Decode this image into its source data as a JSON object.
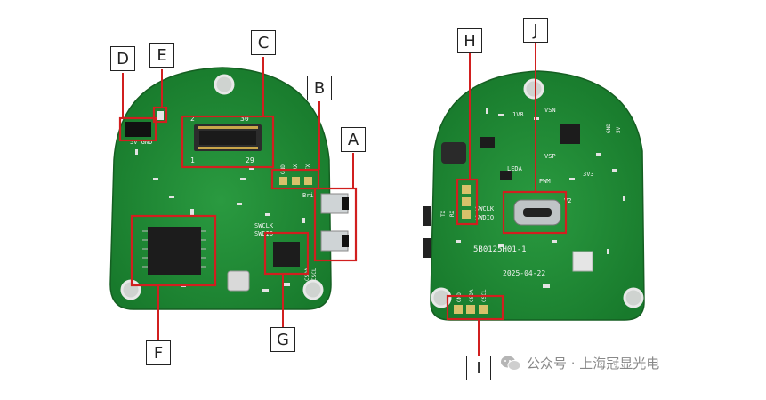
{
  "callouts": {
    "A": "A",
    "B": "B",
    "C": "C",
    "D": "D",
    "E": "E",
    "F": "F",
    "G": "G",
    "H": "H",
    "I": "I",
    "J": "J"
  },
  "front_silk": {
    "pin2": "2",
    "pin30": "30",
    "pin1": "1",
    "pin29": "29",
    "gnd": "GND",
    "rx": "RX",
    "tx": "TX",
    "swclk": "SWCLK",
    "swdio": "SWDIO",
    "btn_label": "Bri",
    "fpc_label": "5V GND",
    "csda": "CSDA",
    "cscl": "CSCL"
  },
  "back_silk": {
    "part_no": "5B0125H01-1",
    "date": "2025-04-22",
    "swclk": "SWCLK",
    "swdio": "SWDIO",
    "tx": "TX",
    "rx": "RX",
    "v18": "1V8",
    "vsn": "VSN",
    "vsp": "VSP",
    "gnd": "GND",
    "v5": "5V",
    "leda": "LEDA",
    "pwm": "PWM",
    "v3v3": "3V3",
    "v2": "V2",
    "gnd2": "GND",
    "csda": "CSDA",
    "cscl": "CSCL"
  },
  "watermark": {
    "text": "公众号 · 上海冠显光电",
    "icon": "wechat-icon"
  },
  "colors": {
    "pcb": "#1f8a34",
    "highlight": "#d11f1f",
    "callout_border": "#222222"
  }
}
